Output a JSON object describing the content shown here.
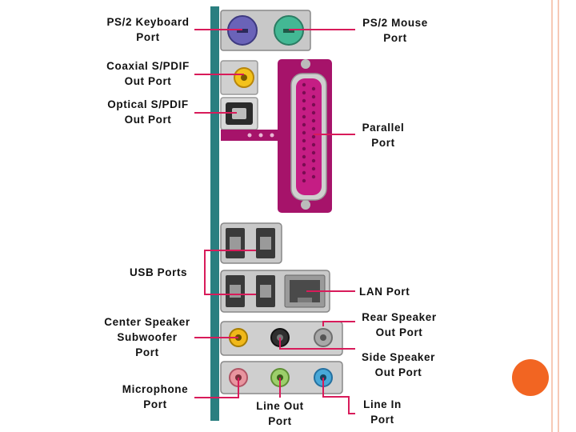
{
  "colors": {
    "callout_line": "#d81b5a",
    "board": "#2a7f80",
    "accent_orange": "#f26522",
    "frame_peach": "#f7c9b6",
    "bracket": "#a6136a"
  },
  "labels": {
    "ps2_keyboard": [
      "PS/2 Keyboard",
      "Port"
    ],
    "ps2_mouse": [
      "PS/2 Mouse",
      "Port"
    ],
    "coaxial": [
      "Coaxial S/PDIF",
      "Out Port"
    ],
    "optical": [
      "Optical S/PDIF",
      "Out Port"
    ],
    "parallel": [
      "Parallel",
      "Port"
    ],
    "usb": [
      "USB Ports"
    ],
    "lan": [
      "LAN Port"
    ],
    "center": [
      "Center Speaker",
      "Subwoofer",
      "Port"
    ],
    "rear": [
      "Rear Speaker",
      "Out Port"
    ],
    "side": [
      "Side Speaker",
      "Out Port"
    ],
    "microphone": [
      "Microphone",
      "Port"
    ],
    "line_out": [
      "Line Out",
      "Port"
    ],
    "line_in": [
      "Line In",
      "Port"
    ]
  },
  "icons": {
    "decoration": "orange-circle"
  }
}
